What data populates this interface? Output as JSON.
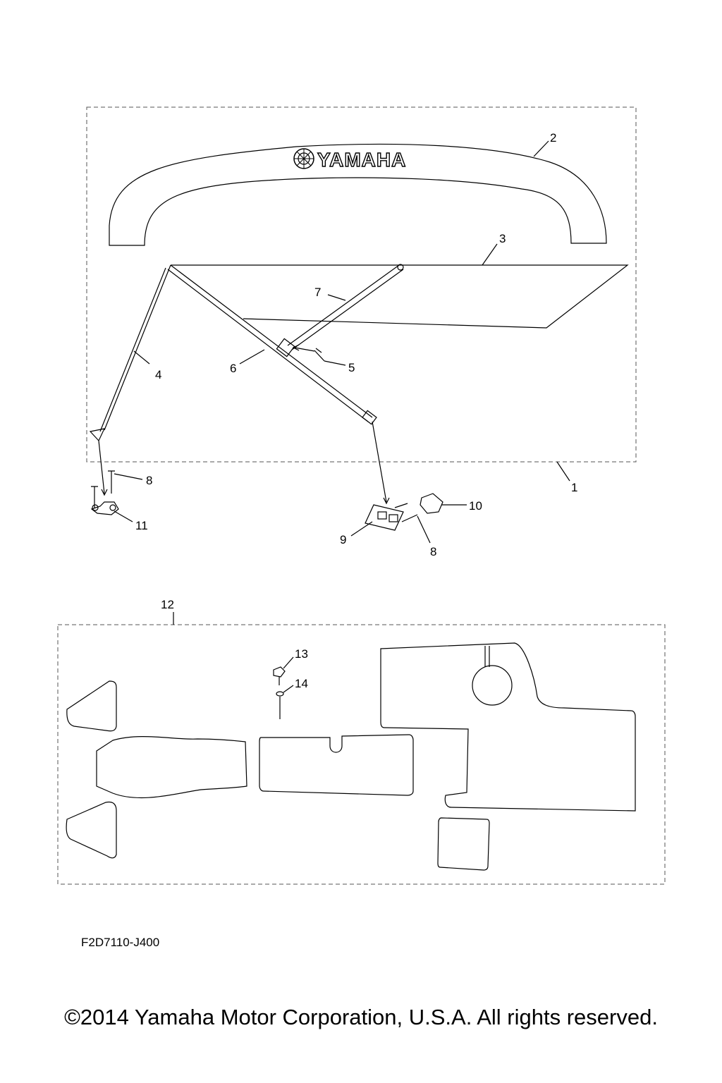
{
  "brand": {
    "logo_text": "YAMAHA"
  },
  "callouts": [
    "1",
    "2",
    "3",
    "4",
    "5",
    "6",
    "7",
    "8",
    "8",
    "9",
    "10",
    "11",
    "12",
    "13",
    "14"
  ],
  "diagram_code": "F2D7110-J400",
  "copyright": "©2014 Yamaha Motor Corporation, U.S.A. All rights reserved."
}
